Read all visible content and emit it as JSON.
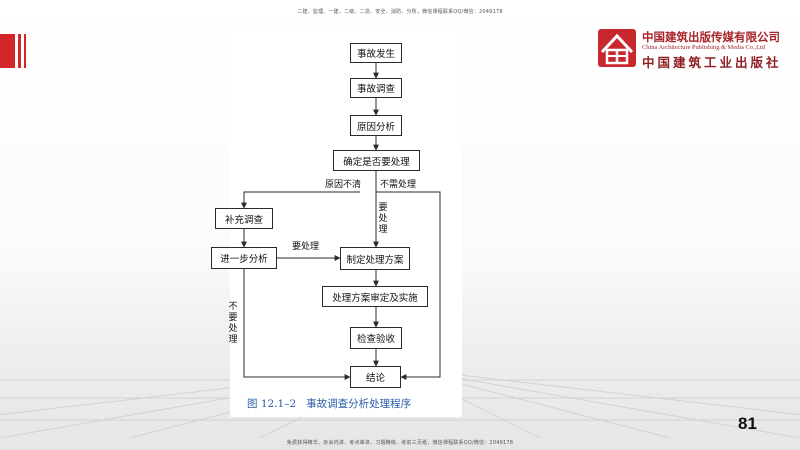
{
  "header": {
    "note": "二建、监理、一建、二级、二造、安全、消防、分所，微信课程联系QQ/微信：2049178"
  },
  "footer": {
    "note": "免费获得精华、杂会内讲、考点串讲、习题精练、考前三页纸，微信课程联系QQ/微信：2049178"
  },
  "publisher": {
    "name_cn": "中国建筑出版传媒有限公司",
    "name_en": "China Architecture Publishing & Media Co.,Ltd",
    "name_calligraphy": "中国建筑工业出版社",
    "logo_icon": "publisher-logo-icon",
    "brand_color": "#a8252a"
  },
  "accent_color": "#d3262b",
  "page_number": "81",
  "flowchart": {
    "nodes": {
      "accident": "事故发生",
      "investigation": "事故调查",
      "cause_analysis": "原因分析",
      "decide": "确定是否要处理",
      "supplement": "补充调查",
      "further": "进一步分析",
      "plan": "制定处理方案",
      "review": "处理方案审定及实施",
      "inspection": "检查验收",
      "conclusion": "结论"
    },
    "labels": {
      "cause_unclear": "原因不清",
      "no_need": "不需处理",
      "need_vertical": "要处理",
      "need_horizontal": "要处理",
      "not_needed_vertical": "不要处理"
    },
    "caption_number": "图 12.1–2",
    "caption_title": "事故调查分析处理程序",
    "caption_color": "#2a5da8"
  }
}
